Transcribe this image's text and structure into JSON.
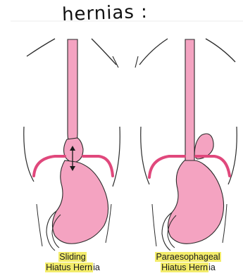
{
  "heading": "hernias :",
  "labels": {
    "sliding_line1": "Sliding",
    "sliding_line2_highlighted": "Hiatus Hern",
    "sliding_line2_rest": "ia",
    "paraesophageal_line1": "Paraesophageal",
    "paraesophageal_line2_highlighted": "Hiatus Hern",
    "paraesophageal_line2_rest": "ia"
  },
  "colors": {
    "organ_fill": "#f4a3c1",
    "organ_stroke": "#2a2a2a",
    "highlight": "#f3ec6b"
  }
}
